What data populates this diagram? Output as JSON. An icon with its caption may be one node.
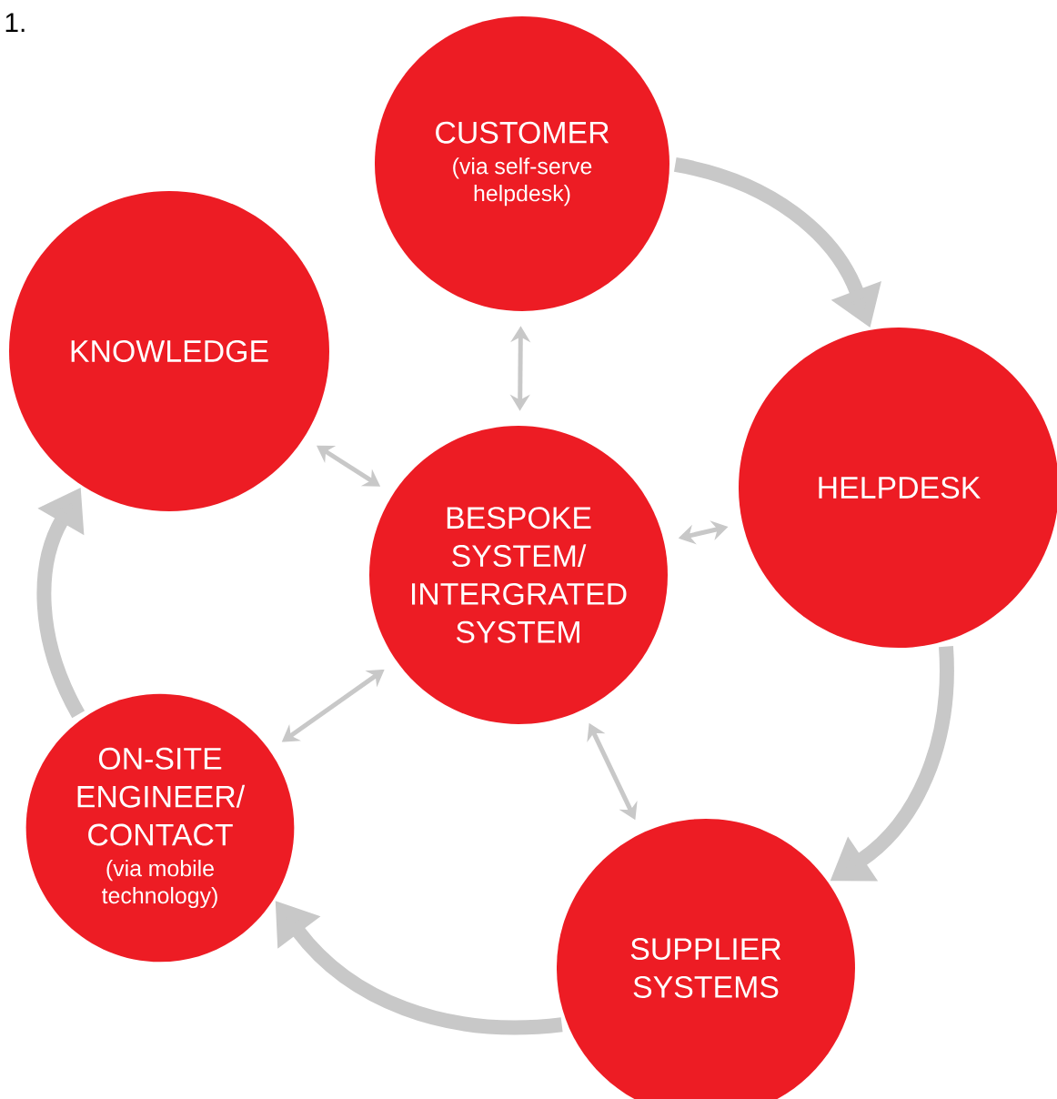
{
  "diagram": {
    "nodes": [
      {
        "text": [
          "CUSTOMER",
          "(via self-serve helpdesk)"
        ]
      },
      {
        "text": [
          "KNOWLEDGE"
        ]
      },
      {
        "text": [
          "HELPDESK"
        ]
      },
      {
        "text": [
          "BESPOKE SYSTEM/ INTERGRATED SYSTEM"
        ]
      },
      {
        "text": [
          "ON-SITE ENGINEER/ CONTACT",
          "(via mobile technology)"
        ]
      },
      {
        "text": [
          "SUPPLIER SYSTEMS"
        ]
      }
    ],
    "edges": [
      {
        "from": 0,
        "to": 2,
        "arrow": "to",
        "style": "thick"
      },
      {
        "from": 2,
        "to": 5,
        "arrow": "to",
        "style": "thick"
      },
      {
        "from": 5,
        "to": 4,
        "arrow": "to",
        "style": "thick"
      },
      {
        "from": 4,
        "to": 1,
        "arrow": "to",
        "style": "thick"
      },
      {
        "from": 3,
        "to": 0,
        "arrow": "both"
      },
      {
        "from": 3,
        "to": 1,
        "arrow": "both"
      },
      {
        "from": 3,
        "to": 2,
        "arrow": "both"
      },
      {
        "from": 3,
        "to": 4,
        "arrow": "both"
      },
      {
        "from": 3,
        "to": 5,
        "arrow": "both"
      }
    ],
    "labels": [
      "1."
    ]
  }
}
